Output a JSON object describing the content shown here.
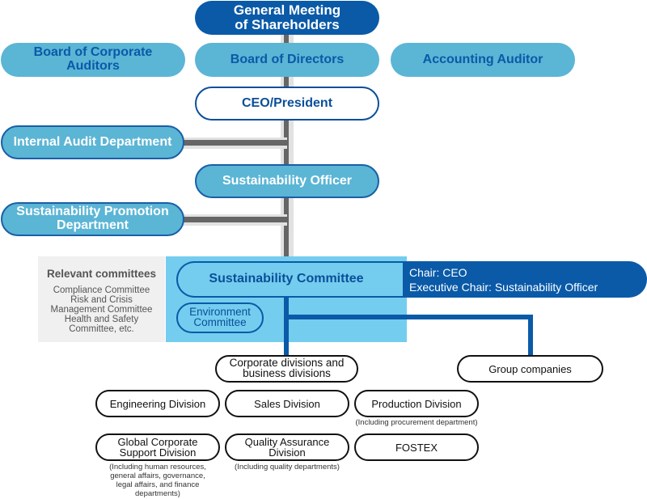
{
  "top": {
    "general_meeting": "General Meeting\nof Shareholders",
    "board_corporate_auditors": "Board of Corporate\nAuditors",
    "board_of_directors": "Board of Directors",
    "accounting_auditor": "Accounting Auditor",
    "ceo_president": "CEO/President",
    "internal_audit": "Internal Audit Department",
    "sustainability_officer": "Sustainability Officer",
    "sustainability_promotion": "Sustainability Promotion\nDepartment"
  },
  "relevant_committees": {
    "title": "Relevant committees",
    "items": "Compliance Committee\nRisk and Crisis\nManagement Committee\nHealth and Safety\nCommittee, etc."
  },
  "sustainability_committee": {
    "label": "Sustainability Committee",
    "chair": "Chair: CEO",
    "executive_chair": "Executive Chair: Sustainability Officer",
    "environment_committee": "Environment\nCommittee"
  },
  "divisions": {
    "corporate_business": "Corporate divisions and\nbusiness divisions",
    "group_companies": "Group companies",
    "engineering": "Engineering Division",
    "sales": "Sales Division",
    "production": "Production Division",
    "production_note": "(Including procurement department)",
    "global_corporate_support": "Global Corporate\nSupport Division",
    "global_corporate_support_note": "(Including human resources,\ngeneral affairs, governance,\nlegal affairs, and finance\ndepartments)",
    "quality_assurance": "Quality Assurance\nDivision",
    "quality_assurance_note": "(Including quality departments)",
    "fostex": "FOSTEX"
  },
  "colors": {
    "navy": "#0a5aa8",
    "teal": "#5bb5d5",
    "light_blue_panel": "#74cdee",
    "gray_panel": "#f0f0f0",
    "connector_gray": "#666666"
  }
}
